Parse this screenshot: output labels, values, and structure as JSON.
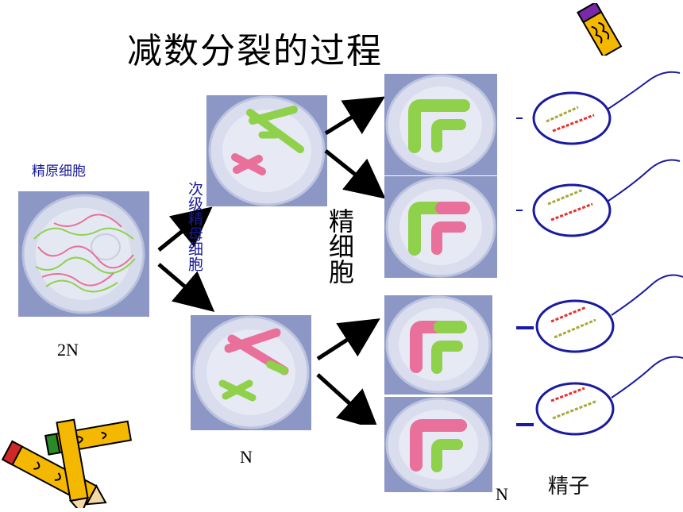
{
  "slide": {
    "title": "减数分裂的过程",
    "spermatogonium_label": "精原细胞",
    "secondary_spermatocyte_label": "次级精母细胞",
    "spermatid_label": "精细胞",
    "sperm_label": "精子",
    "ploidy_2n": "2N",
    "ploidy_n_middle": "N",
    "ploidy_n_right": "N"
  },
  "colors": {
    "cell_bg": "#8d97c6",
    "chromosome_green": "#8fd14a",
    "chromosome_pink": "#e8709a",
    "sperm_outline": "#1a1aa0",
    "sperm_red": "#e83030",
    "sperm_olive": "#a8a838",
    "label_blue": "#1a1a9a"
  }
}
